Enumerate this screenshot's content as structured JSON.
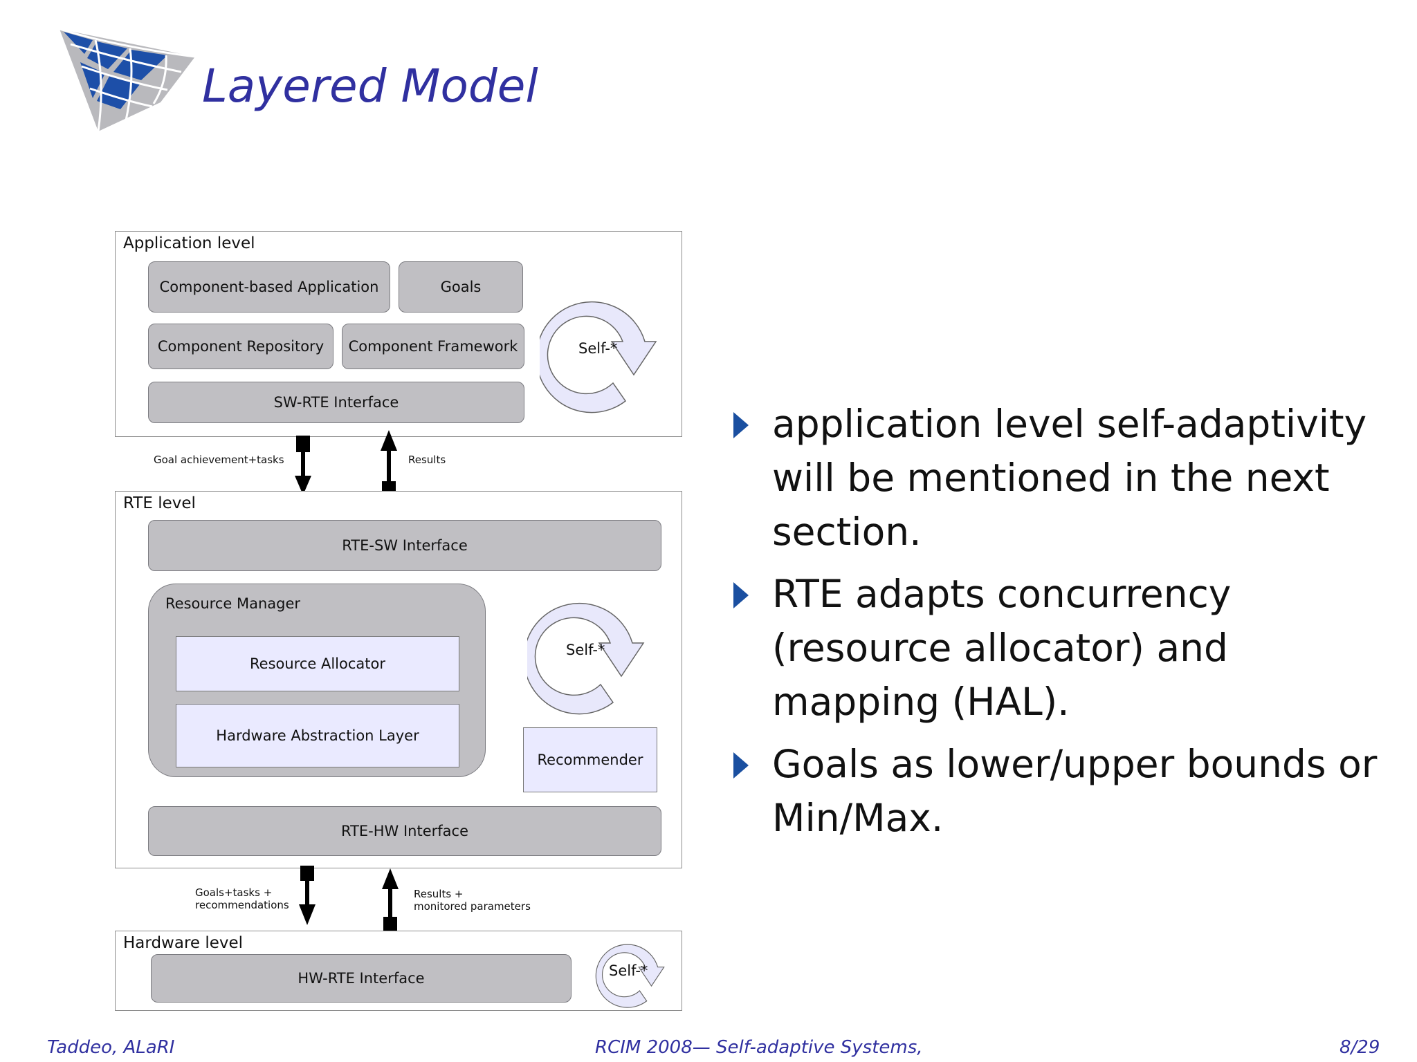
{
  "slide": {
    "title": "Layered Model",
    "logo_icon": "alari-wing-logo"
  },
  "diagram": {
    "application_level": {
      "title": "Application level",
      "boxes": {
        "component_app": "Component-based Application",
        "goals": "Goals",
        "component_repository": "Component Repository",
        "component_framework": "Component Framework",
        "sw_rte_interface": "SW-RTE Interface"
      },
      "cycle_label": "Self-*"
    },
    "arrows_top": {
      "down_label": "Goal achievement+tasks",
      "up_label": "Results"
    },
    "rte_level": {
      "title": "RTE level",
      "rte_sw_interface": "RTE-SW Interface",
      "resource_manager": {
        "title": "Resource Manager",
        "resource_allocator": "Resource Allocator",
        "hal": "Hardware Abstraction Layer"
      },
      "cycle_label": "Self-*",
      "recommender": "Recommender",
      "rte_hw_interface": "RTE-HW Interface"
    },
    "arrows_bottom": {
      "down_label_line1": "Goals+tasks +",
      "down_label_line2": "recommendations",
      "up_label_line1": "Results +",
      "up_label_line2": "monitored parameters"
    },
    "hardware_level": {
      "title": "Hardware level",
      "hw_rte_interface": "HW-RTE Interface",
      "cycle_label": "Self-*"
    }
  },
  "bullets": [
    "application level self-adaptivity will be mentioned in the next section.",
    "RTE adapts concurrency (resource allocator) and mapping (HAL).",
    "Goals as lower/upper bounds or Min/Max."
  ],
  "footer": {
    "left": "Taddeo, ALaRI",
    "center": "RCIM 2008— Self-adaptive Systems,",
    "right": "8/29"
  },
  "colors": {
    "title": "#3030a0",
    "bullet_triangle": "#1a4fa0",
    "box_gray": "#c0bfc3",
    "box_lavender": "#eaeaff"
  }
}
